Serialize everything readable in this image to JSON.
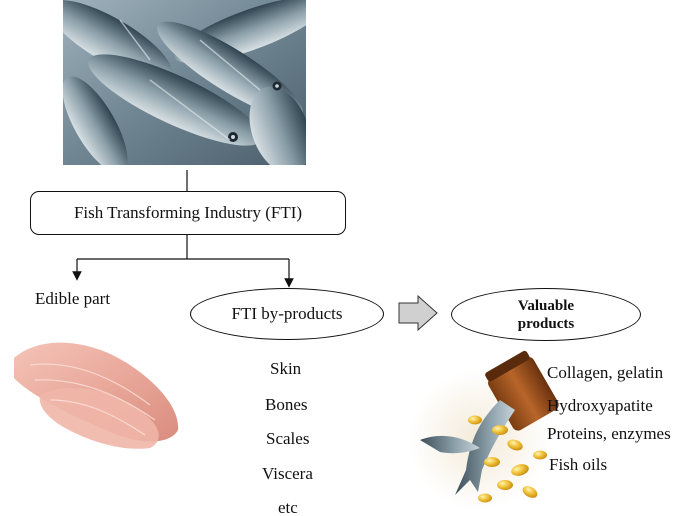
{
  "industry": {
    "label": "Fish Transforming Industry (FTI)"
  },
  "edible": {
    "label": "Edible part"
  },
  "byproducts": {
    "label": "FTI by-products",
    "items": [
      "Skin",
      "Bones",
      "Scales",
      "Viscera",
      "etc"
    ]
  },
  "valuable": {
    "label_line1": "Valuable",
    "label_line2": "products",
    "items": [
      "Collagen, gelatin",
      "Hydroxyapatite",
      "Proteins, enzymes",
      "Fish oils"
    ]
  },
  "colors": {
    "arrow_fill": "#d0d0d0",
    "fish_body": "#5f7380",
    "fillet": "#e9a89a",
    "oil_capsule": "#e8b22a"
  }
}
